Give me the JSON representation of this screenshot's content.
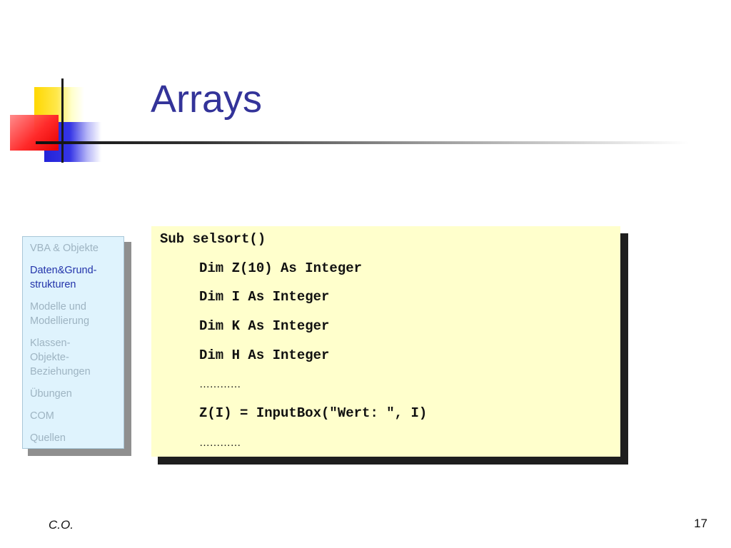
{
  "slide": {
    "title": "Arrays",
    "footer": "C.O.",
    "page_number": "17"
  },
  "nav": {
    "items": [
      {
        "label": "VBA & Objekte",
        "active": false
      },
      {
        "label": "Daten&Grund-\nstrukturen",
        "active": true
      },
      {
        "label": "Modelle und\nModellierung",
        "active": false
      },
      {
        "label": "Klassen-\nObjekte-\nBeziehungen",
        "active": false
      },
      {
        "label": "Übungen",
        "active": false
      },
      {
        "label": "COM",
        "active": false
      },
      {
        "label": "Quellen",
        "active": false
      }
    ]
  },
  "code": {
    "lines": [
      "Sub selsort()",
      "Dim Z(10) As Integer",
      "Dim I As Integer",
      "Dim K As Integer",
      "Dim H As Integer",
      "…………",
      "Z(I) = InputBox(\"Wert: \", I)",
      "…………"
    ]
  },
  "colors": {
    "title": "#333399",
    "nav_background": "#dff3fd",
    "nav_active": "#2233aa",
    "nav_inactive": "#9eb4c2",
    "code_background": "#ffffcc"
  }
}
